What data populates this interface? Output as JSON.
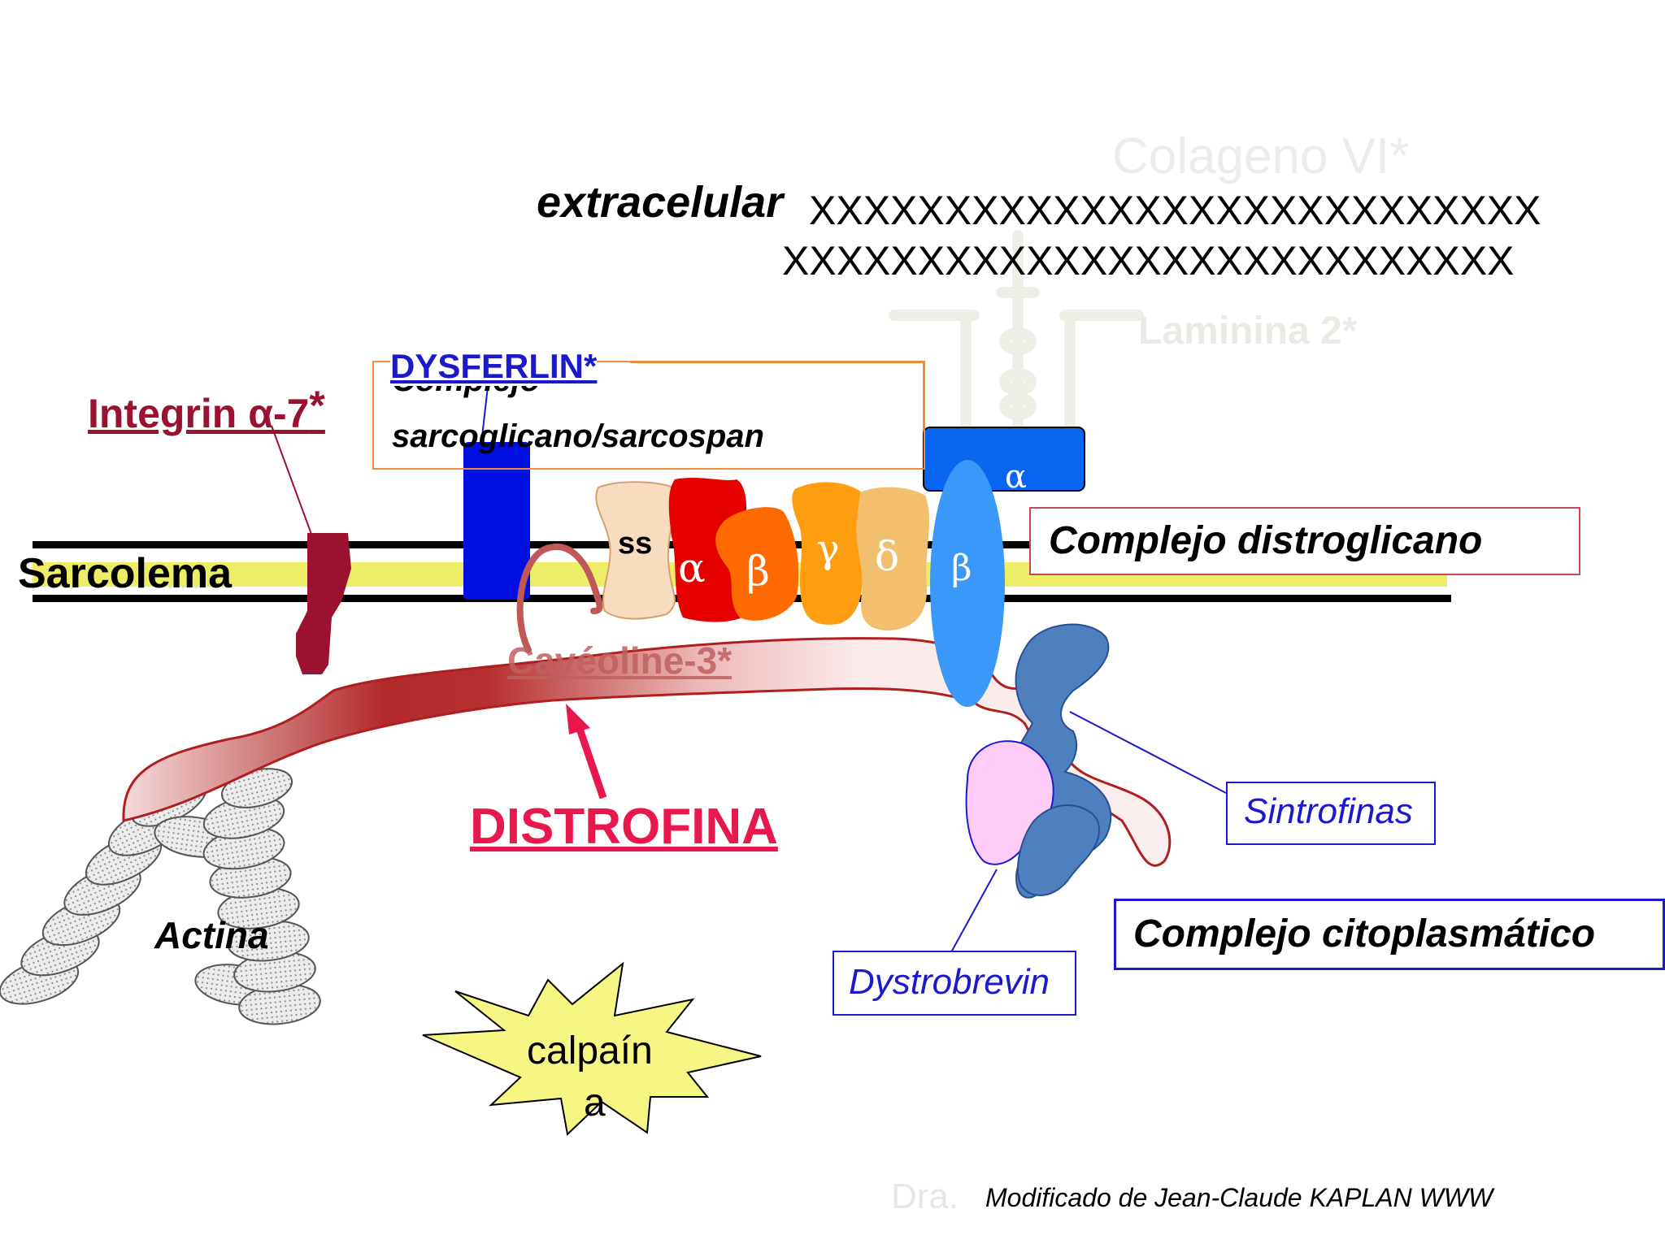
{
  "labels": {
    "extracelular": "extracelular",
    "xrow_1": "XXXXXXXXXXXXXXXXXXXXXXXXXXX",
    "xrow_2": "XXXXXXXXXXXXXXXXXXXXXXXXXXX",
    "colageno": "Colageno VI*",
    "laminina": "Laminina 2*",
    "integrin_main": "Integrin α-7",
    "integrin_star": "*",
    "dysferlin": "DYSFERLIN*",
    "complejo_sarco_1": "Complejo",
    "complejo_sarco_2": "sarcoglicano/sarcospan",
    "sarcolema": "Sarcolema",
    "complejo_distroglicano": "Complejo distroglicano",
    "sintrofinas": "Sintrofinas",
    "complejo_citoplasmatico": "Complejo citoplasmático",
    "dystrobrevin": "Dystrobrevin",
    "distrofina": "DISTROFINA",
    "actina": "Actina",
    "calpain_1": "calpaín",
    "calpain_2": "a",
    "caveoline": "Cavéoline-3*",
    "dra": "Dra.",
    "credit": "Modificado de Jean-Claude KAPLAN WWW"
  },
  "greek": {
    "ss": "ss",
    "alpha_sarco": "α",
    "beta_sarco": "β",
    "gamma_sarco": "γ",
    "delta_sarco": "δ",
    "alpha_dg": "α",
    "beta_dg": "β"
  },
  "colors": {
    "membrane_yellow": "#eeee66",
    "integrin": "#9b1130",
    "dysferlin_block": "#0010e0",
    "ss": "#f8dcc0",
    "alpha_sarco": "#e50000",
    "beta_sarco": "#ff6a00",
    "gamma_sarco": "#ff9d10",
    "delta_sarco": "#f2bf6e",
    "alpha_dg": "#0a66f0",
    "beta_dg": "#3a98f8",
    "dystrophin_edge": "#b01e1e",
    "syntrophin": "#4e80c0",
    "dystrobrevin": "#ffccf8",
    "calpain": "#f6f684",
    "arrow": "#e8174c"
  }
}
